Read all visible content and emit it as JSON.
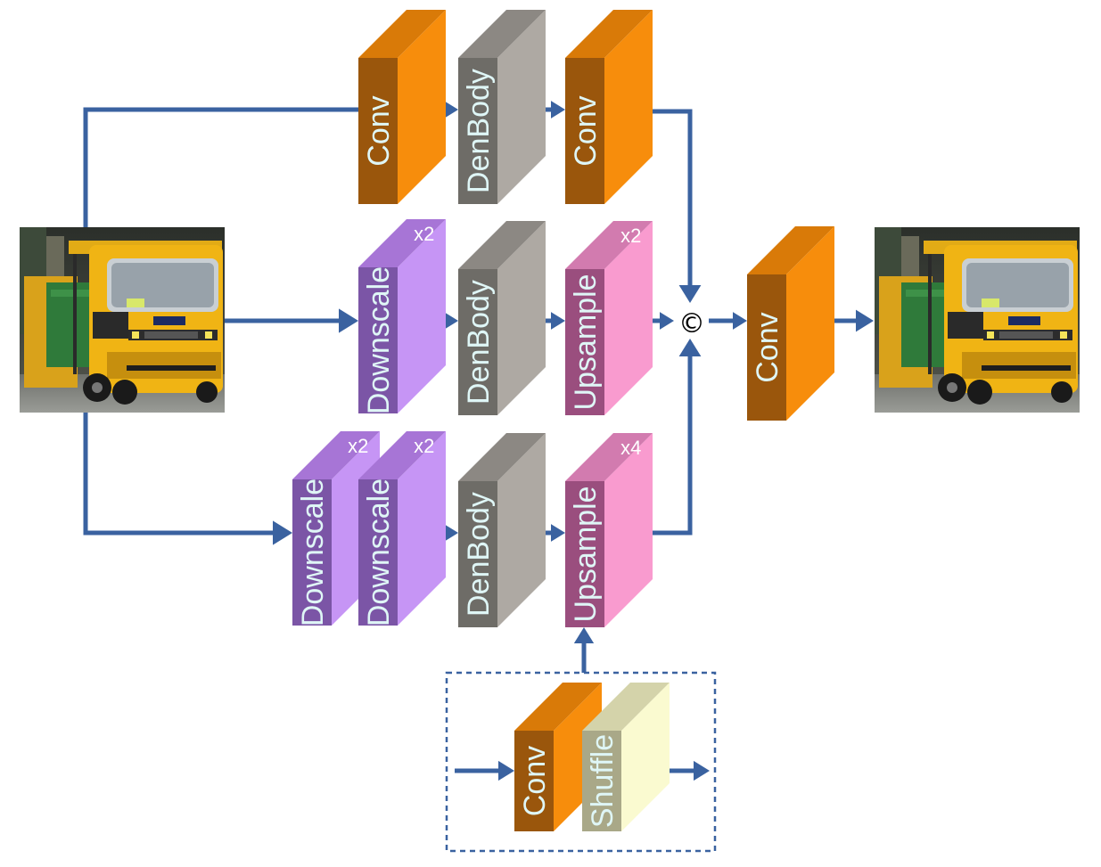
{
  "colors": {
    "arrow": "#3a62a0",
    "conv": {
      "front": "#9a560c",
      "side": "#f78d0c",
      "top": "#d97a08"
    },
    "denbody": {
      "front": "#6e6c67",
      "side": "#aea9a3",
      "top": "#8c8883"
    },
    "downscale": {
      "front": "#7b55a6",
      "side": "#c695f5",
      "top": "#a775d6"
    },
    "upsample": {
      "front": "#9a4e7e",
      "side": "#f99bcf",
      "top": "#d27baf"
    },
    "shuffle": {
      "front": "#a9a888",
      "side": "#fafad0",
      "top": "#d4d3aa"
    }
  },
  "images": {
    "input": "input-truck-photo",
    "output": "output-truck-photo"
  },
  "blocks": {
    "top_conv1": "Conv",
    "top_denbody": "DenBody",
    "top_conv2": "Conv",
    "mid_downscale": "Downscale",
    "mid_downscale_mult": "x2",
    "mid_denbody": "DenBody",
    "mid_upsample": "Upsample",
    "mid_upsample_mult": "x2",
    "bot_downscale1": "Downscale",
    "bot_downscale1_mult": "x2",
    "bot_downscale2": "Downscale",
    "bot_downscale2_mult": "x2",
    "bot_denbody": "DenBody",
    "bot_upsample": "Upsample",
    "bot_upsample_mult": "x4",
    "final_conv": "Conv",
    "detail_conv": "Conv",
    "detail_shuffle": "Shuffle"
  },
  "concat_symbol": "©"
}
